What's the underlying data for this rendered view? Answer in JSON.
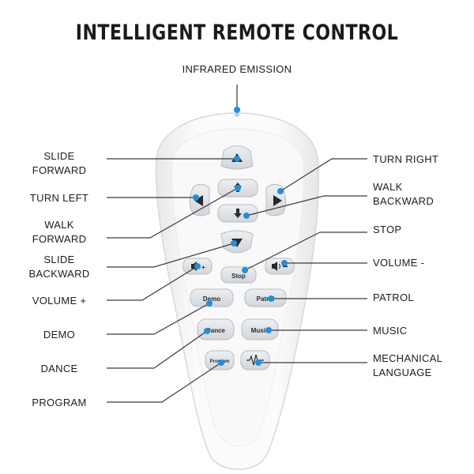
{
  "title": "INTELLIGENT REMOTE CONTROL",
  "labels": {
    "infrared_emission": "INFRARED EMISSION",
    "slide_forward": [
      "SLIDE",
      "FORWARD"
    ],
    "turn_left": "TURN LEFT",
    "walk_forward": [
      "WALK",
      "FORWARD"
    ],
    "slide_backward": [
      "SLIDE",
      "BACKWARD"
    ],
    "volume_plus": "VOLUME +",
    "demo": "DEMO",
    "dance": "DANCE",
    "program": "PROGRAM",
    "turn_right": "TURN RIGHT",
    "walk_backward": [
      "WALK",
      "BACKWARD"
    ],
    "stop": "STOP",
    "volume_minus": "VOLUME -",
    "patrol": "PATROL",
    "music": "MUSIC",
    "mechanical_language": [
      "MECHANICAL",
      "LANGUAGE"
    ]
  },
  "buttons": {
    "stop": "Stop",
    "demo": "Demo",
    "patrol": "Patrol",
    "dance": "Dance",
    "music": "Music",
    "program": "Program",
    "volume_plus_mark": "+"
  },
  "colors": {
    "accent_dot": "#1e90e0",
    "line": "#3a3a3a",
    "remote_body": "#f6f6f6",
    "button_face": "#e4e6e8"
  },
  "icons": {
    "infrared": "infrared-emitter-dot",
    "arrows": "triangle-arrows",
    "volume": "speaker-icon",
    "mechanical_language": "waveform-icon"
  }
}
